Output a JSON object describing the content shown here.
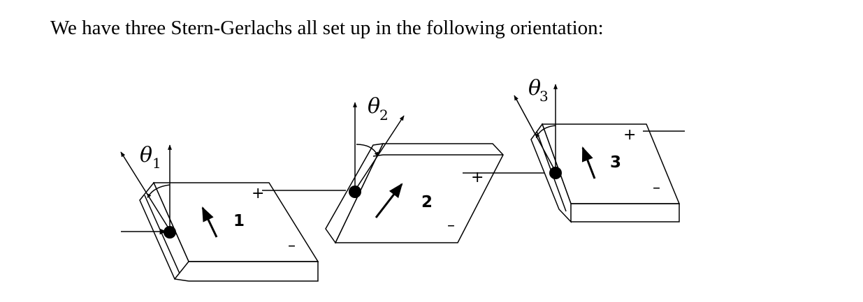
{
  "statement": "We have three Stern-Gerlachs all set up in the following orientation:",
  "magnets": [
    {
      "number": "1",
      "angle_symbol": "θ",
      "angle_subscript": "1",
      "plus": "+",
      "minus": "–"
    },
    {
      "number": "2",
      "angle_symbol": "θ",
      "angle_subscript": "2",
      "plus": "+",
      "minus": "–"
    },
    {
      "number": "3",
      "angle_symbol": "θ",
      "angle_subscript": "3",
      "plus": "+",
      "minus": "–"
    }
  ]
}
